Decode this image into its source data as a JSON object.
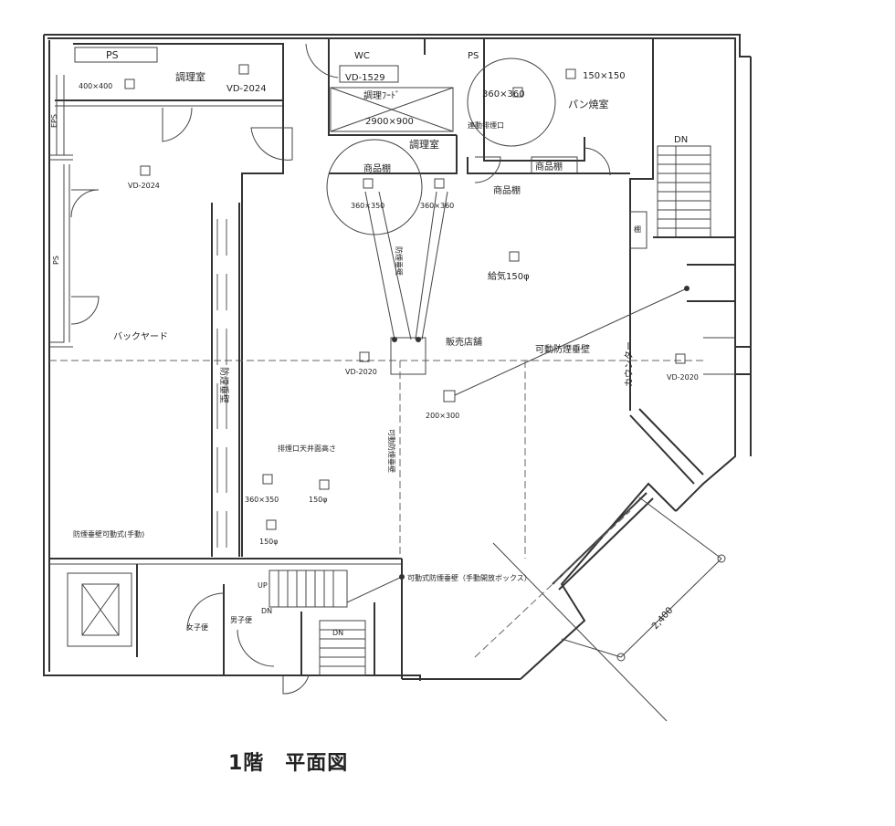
{
  "caption": "1階　平面図",
  "labels": {
    "ps_top": "PS",
    "chouri_room_top": "調理室",
    "vd_2024": "VD-2024",
    "duct_400": "400×400",
    "eps": "EPS",
    "wc": "WC",
    "vd_1529": "VD-1529",
    "hood": "調理ﾌｰﾄﾞ",
    "hood_size": "2900×900",
    "ps_right": "PS",
    "size_360_a": "360×360",
    "size_150_top": "150×150",
    "pan_room": "パン焼室",
    "fire_damper": "連動排煙口",
    "chouri_room": "調理室",
    "shouhin_a": "商品棚",
    "shouhin_b": "商品棚",
    "shouhin_c": "商品棚",
    "dn_top": "DN",
    "vd_2024_b": "VD-2024",
    "size_360_b": "360×350",
    "size_360_c": "360×360",
    "kinou_150": "給気150φ",
    "smoke_wall_a": "防煙垂壁",
    "shelf_small": "棚",
    "ps_left": "PS",
    "backyard": "バックヤード",
    "sales_area": "販売店舗",
    "movable_wall": "可動防煙垂壁",
    "counter": "カウンター",
    "vd_2020_a": "VD-2020",
    "vd_2020_b": "VD-2020",
    "size_200": "200×300",
    "smoke_wall_b": "防煙垂壁",
    "ceiling_note": "排煙口天井面高さ",
    "movable_wall_b": "可動防煙垂壁",
    "size_360_d": "360×350",
    "size_150_a": "150φ",
    "size_150_b": "150φ",
    "bottom_note": "防煙垂壁可動式(手動)",
    "up": "UP",
    "dn_bottom": "DN",
    "dn_mid": "DN",
    "men_toilet": "男子便",
    "women_toilet": "女子便",
    "manual_box": "可動式防煙垂壁（手動開放ボックス）",
    "dimension": "2,400"
  }
}
